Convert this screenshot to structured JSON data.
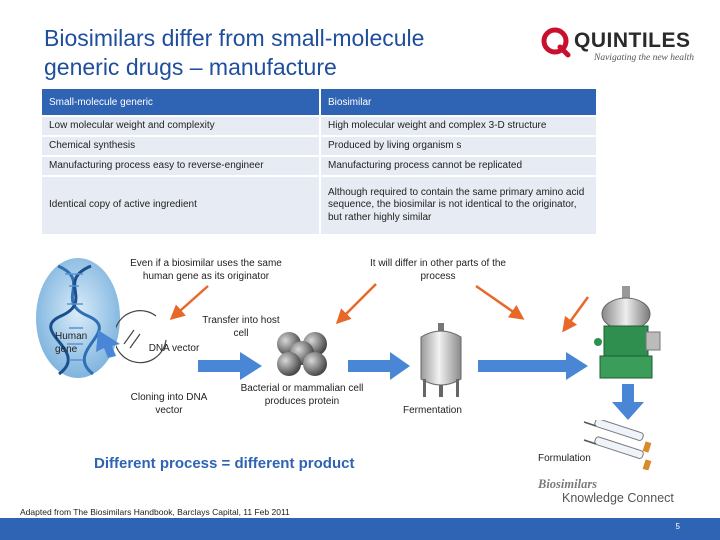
{
  "title": "Biosimilars differ from small-molecule generic drugs – manufacture",
  "logo": {
    "name": "QUINTILES",
    "tagline": "Navigating the new health"
  },
  "table": {
    "headers": [
      "Small-molecule generic",
      "Biosimilar"
    ],
    "rows": [
      [
        "Low molecular weight and complexity",
        "High molecular weight and complex 3-D structure"
      ],
      [
        "Chemical synthesis",
        "Produced by living organism s"
      ],
      [
        "Manufacturing process easy to reverse-engineer",
        "Manufacturing process cannot be replicated"
      ],
      [
        "Identical copy of active ingredient",
        "Although required to contain the same primary amino acid sequence, the biosimilar is not identical to the originator, but rather highly similar"
      ]
    ]
  },
  "diagram": {
    "note_gene": "Even if a biosimilar uses the same human gene as its originator",
    "note_process": "It will differ in other parts of the process",
    "human_gene": "Human gene",
    "dna_vector": "DNA vector",
    "transfer": "Transfer into host cell",
    "cloning": "Cloning into DNA vector",
    "bacterial": "Bacterial or mammalian cell produces protein",
    "fermentation": "Fermentation",
    "formulation": "Formulation"
  },
  "tagline": "Different process = different product",
  "source": "Adapted from The Biosimilars Handbook, Barclays Capital, 11 Feb 2011",
  "bkc": {
    "line1": "Biosimilars",
    "line2": "Knowledge Connect"
  },
  "page_number": "5",
  "colors": {
    "title": "#1f4e9c",
    "header": "#2f63b4",
    "row": "#e7ebf3",
    "arrow_orange": "#e8682a",
    "arrow_blue": "#4a86d6",
    "logo_red": "#c8102e"
  }
}
